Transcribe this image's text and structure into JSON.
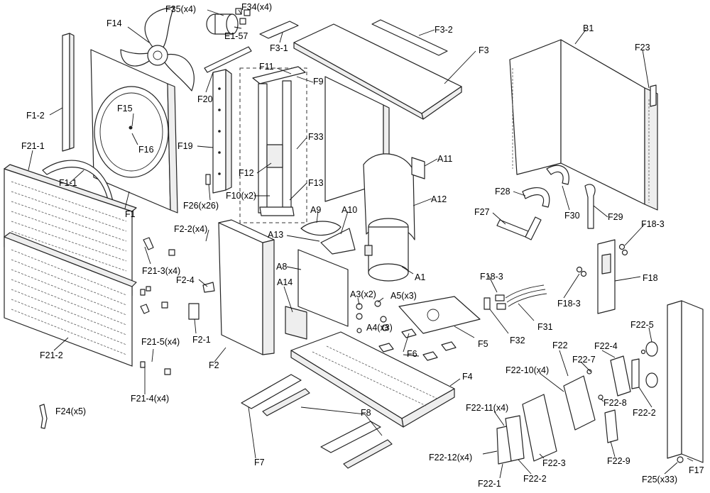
{
  "labels": {
    "F35": "F35(x4)",
    "F34": "F34(x4)",
    "E1_57": "E1-57",
    "F14": "F14",
    "F3_1": "F3-1",
    "F3_2": "F3-2",
    "F3": "F3",
    "B1": "B1",
    "F23": "F23",
    "F1_2": "F1-2",
    "F15": "F15",
    "F16": "F16",
    "F20": "F20",
    "F11": "F11",
    "F9": "F9",
    "F33": "F33",
    "F19": "F19",
    "F12": "F12",
    "F10": "F10(x2)",
    "F13": "F13",
    "F26": "F26(x26)",
    "F21_1": "F21-1",
    "F1_1": "F1-1",
    "F1": "F1",
    "A11": "A11",
    "A12": "A12",
    "F28": "F28",
    "F27": "F27",
    "F30": "F30",
    "F29": "F29",
    "F18_3_top": "F18-3",
    "F2_2": "F2-2(x4)",
    "A9": "A9",
    "A10": "A10",
    "A13": "A13",
    "A8": "A8",
    "A1": "A1",
    "F18": "F18",
    "F21_3": "F21-3(x4)",
    "F18_3_mid": "F18-3",
    "F18_3_low": "F18-3",
    "F2_4": "F2-4",
    "A14": "A14",
    "A3": "A3(x2)",
    "A5": "A5(x3)",
    "F31": "F31",
    "F32": "F32",
    "A4": "A4(x3)",
    "F2_1": "F2-1",
    "F5": "F5",
    "F22_5": "F22-5",
    "F22": "F22",
    "F22_4": "F22-4",
    "F21_5": "F21-5(x4)",
    "F6": "F6",
    "F2": "F2",
    "F21_2": "F21-2",
    "F22_10": "F22-10(x4)",
    "F22_7": "F22-7",
    "F4": "F4",
    "F21_4": "F21-4(x4)",
    "F22_8": "F22-8",
    "F22_2_right": "F22-2",
    "F24": "F24(x5)",
    "F8": "F8",
    "F22_11": "F22-11(x4)",
    "F22_3": "F22-3",
    "F22_9": "F22-9",
    "F22_12": "F22-12(x4)",
    "F7": "F7",
    "F17": "F17",
    "F25": "F25(x33)",
    "F22_1": "F22-1",
    "F22_2_bottom": "F22-2"
  }
}
